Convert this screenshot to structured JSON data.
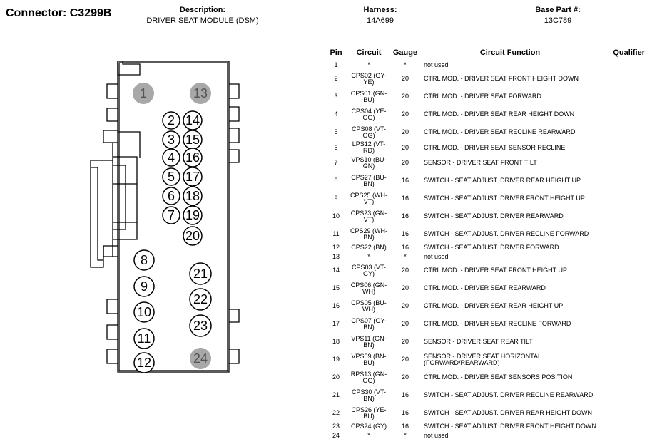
{
  "header": {
    "connector": "Connector: C3299B",
    "description_label": "Description:",
    "description_value": "DRIVER SEAT MODULE (DSM)",
    "harness_label": "Harness:",
    "harness_value": "14A699",
    "base_part_label": "Base Part #:",
    "base_part_value": "13C789"
  },
  "table": {
    "columns": [
      "Pin",
      "Circuit",
      "Gauge",
      "Circuit Function",
      "Qualifier"
    ],
    "rows": [
      {
        "pin": "1",
        "circuit": "*",
        "gauge": "*",
        "function": "not used",
        "qualifier": ""
      },
      {
        "pin": "2",
        "circuit": "CPS02 (GY-YE)",
        "gauge": "20",
        "function": "CTRL MOD. - DRIVER SEAT FRONT HEIGHT DOWN",
        "qualifier": ""
      },
      {
        "pin": "3",
        "circuit": "CPS01 (GN-BU)",
        "gauge": "20",
        "function": "CTRL MOD. - DRIVER SEAT FORWARD",
        "qualifier": ""
      },
      {
        "pin": "4",
        "circuit": "CPS04 (YE-OG)",
        "gauge": "20",
        "function": "CTRL MOD. - DRIVER SEAT REAR HEIGHT DOWN",
        "qualifier": ""
      },
      {
        "pin": "5",
        "circuit": "CPS08 (VT-OG)",
        "gauge": "20",
        "function": "CTRL MOD. - DRIVER SEAT RECLINE REARWARD",
        "qualifier": ""
      },
      {
        "pin": "6",
        "circuit": "LPS12 (VT-RD)",
        "gauge": "20",
        "function": "CTRL MOD. - DRIVER SEAT SENSOR RECLINE",
        "qualifier": ""
      },
      {
        "pin": "7",
        "circuit": "VPS10 (BU-GN)",
        "gauge": "20",
        "function": "SENSOR - DRIVER SEAT FRONT TILT",
        "qualifier": ""
      },
      {
        "pin": "8",
        "circuit": "CPS27 (BU-BN)",
        "gauge": "16",
        "function": "SWITCH - SEAT ADJUST. DRIVER REAR HEIGHT UP",
        "qualifier": ""
      },
      {
        "pin": "9",
        "circuit": "CPS25 (WH-VT)",
        "gauge": "16",
        "function": "SWITCH - SEAT ADJUST. DRIVER FRONT HEIGHT UP",
        "qualifier": ""
      },
      {
        "pin": "10",
        "circuit": "CPS23 (GN-VT)",
        "gauge": "16",
        "function": "SWITCH - SEAT ADJUST. DRIVER REARWARD",
        "qualifier": ""
      },
      {
        "pin": "11",
        "circuit": "CPS29 (WH-BN)",
        "gauge": "16",
        "function": "SWITCH - SEAT ADJUST. DRIVER RECLINE FORWARD",
        "qualifier": ""
      },
      {
        "pin": "12",
        "circuit": "CPS22 (BN)",
        "gauge": "16",
        "function": "SWITCH - SEAT ADJUST. DRIVER FORWARD",
        "qualifier": ""
      },
      {
        "pin": "13",
        "circuit": "*",
        "gauge": "*",
        "function": "not used",
        "qualifier": ""
      },
      {
        "pin": "14",
        "circuit": "CPS03 (VT-GY)",
        "gauge": "20",
        "function": "CTRL MOD. - DRIVER SEAT FRONT HEIGHT UP",
        "qualifier": ""
      },
      {
        "pin": "15",
        "circuit": "CPS06 (GN-WH)",
        "gauge": "20",
        "function": "CTRL MOD. - DRIVER SEAT REARWARD",
        "qualifier": ""
      },
      {
        "pin": "16",
        "circuit": "CPS05 (BU-WH)",
        "gauge": "20",
        "function": "CTRL MOD. - DRIVER SEAT REAR HEIGHT UP",
        "qualifier": ""
      },
      {
        "pin": "17",
        "circuit": "CPS07 (GY-BN)",
        "gauge": "20",
        "function": "CTRL MOD. - DRIVER SEAT RECLINE FORWARD",
        "qualifier": ""
      },
      {
        "pin": "18",
        "circuit": "VPS11 (GN-BN)",
        "gauge": "20",
        "function": "SENSOR - DRIVER SEAT REAR TILT",
        "qualifier": ""
      },
      {
        "pin": "19",
        "circuit": "VPS09 (BN-BU)",
        "gauge": "20",
        "function": "SENSOR - DRIVER SEAT HORIZONTAL (FORWARD/REARWARD)",
        "qualifier": ""
      },
      {
        "pin": "20",
        "circuit": "RPS13 (GN-OG)",
        "gauge": "20",
        "function": "CTRL MOD. - DRIVER SEAT SENSORS POSITION",
        "qualifier": ""
      },
      {
        "pin": "21",
        "circuit": "CPS30 (VT-BN)",
        "gauge": "16",
        "function": "SWITCH - SEAT ADJUST. DRIVER RECLINE REARWARD",
        "qualifier": ""
      },
      {
        "pin": "22",
        "circuit": "CPS26 (YE-BU)",
        "gauge": "16",
        "function": "SWITCH - SEAT ADJUST. DRIVER REAR HEIGHT DOWN",
        "qualifier": ""
      },
      {
        "pin": "23",
        "circuit": "CPS24 (GY)",
        "gauge": "16",
        "function": "SWITCH - SEAT ADJUST. DRIVER FRONT HEIGHT DOWN",
        "qualifier": ""
      },
      {
        "pin": "24",
        "circuit": "*",
        "gauge": "*",
        "function": "not used",
        "qualifier": ""
      }
    ]
  },
  "diagram": {
    "unused_pin_fill": "#a8a8a8",
    "pins": [
      {
        "label": "1",
        "used": false
      },
      {
        "label": "13",
        "used": false
      },
      {
        "label": "2",
        "used": true
      },
      {
        "label": "14",
        "used": true
      },
      {
        "label": "3",
        "used": true
      },
      {
        "label": "15",
        "used": true
      },
      {
        "label": "4",
        "used": true
      },
      {
        "label": "16",
        "used": true
      },
      {
        "label": "5",
        "used": true
      },
      {
        "label": "17",
        "used": true
      },
      {
        "label": "6",
        "used": true
      },
      {
        "label": "18",
        "used": true
      },
      {
        "label": "7",
        "used": true
      },
      {
        "label": "19",
        "used": true
      },
      {
        "label": "20",
        "used": true
      },
      {
        "label": "8",
        "used": true
      },
      {
        "label": "21",
        "used": true
      },
      {
        "label": "9",
        "used": true
      },
      {
        "label": "22",
        "used": true
      },
      {
        "label": "10",
        "used": true
      },
      {
        "label": "23",
        "used": true
      },
      {
        "label": "11",
        "used": true
      },
      {
        "label": "12",
        "used": true
      },
      {
        "label": "24",
        "used": false
      }
    ]
  }
}
